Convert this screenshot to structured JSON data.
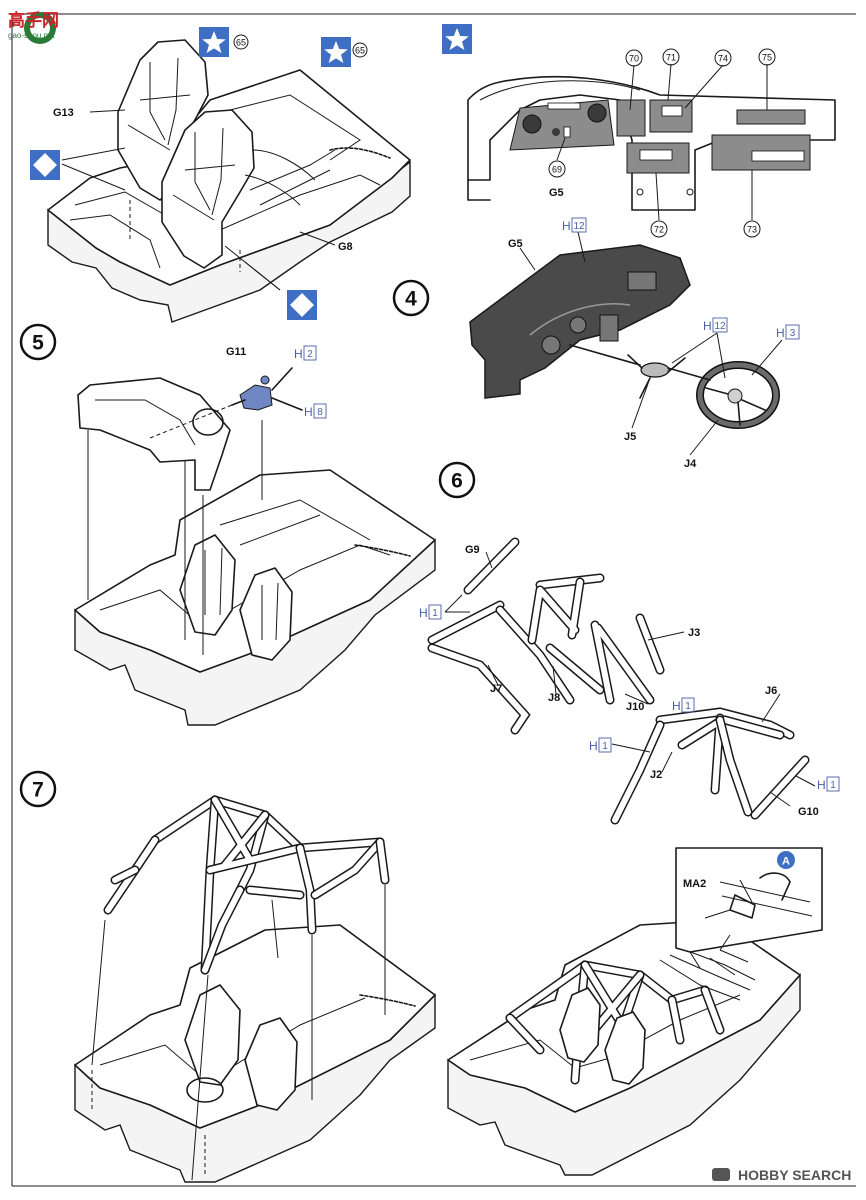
{
  "watermark_logo": {
    "main": "高手网",
    "sub": "gao-shou.net"
  },
  "footer_watermark": "HOBBY SEARCH",
  "colors": {
    "accent_blue": "#3f6fc4",
    "dashboard_fill": "#4a4a4a",
    "hint_blue": "#4b5fa8"
  },
  "steps": {
    "s4": "4",
    "s5": "5",
    "s6": "6",
    "s7": "7"
  },
  "top_left": {
    "labels": {
      "g13": "G13",
      "g8": "G8"
    },
    "circle_nums": {
      "a": "65",
      "b": "65"
    },
    "icons": [
      "star-icon",
      "star-icon",
      "diamond-icon",
      "diamond-icon"
    ]
  },
  "top_right": {
    "label_g5": "G5",
    "circle_nums": {
      "c69": "69",
      "c70": "70",
      "c71": "71",
      "c72": "72",
      "c73": "73",
      "c74": "74",
      "c75": "75"
    },
    "icons": [
      "star-icon"
    ]
  },
  "step4": {
    "labels": {
      "g5": "G5",
      "j5": "J5",
      "j4": "J4"
    },
    "h_refs": {
      "h12a": "12",
      "h12b": "12",
      "h3": "3"
    },
    "h_letter": "H"
  },
  "step5": {
    "labels": {
      "g11": "G11"
    },
    "h_refs": {
      "h2": "2",
      "h8": "8"
    },
    "h_letter": "H"
  },
  "step6": {
    "labels": {
      "g9": "G9",
      "j3": "J3",
      "j7": "J7",
      "j8": "J8",
      "j10": "J10",
      "j6": "J6",
      "j2": "J2",
      "g10": "G10"
    },
    "h_refs": {
      "h1a": "1",
      "h1b": "1",
      "h1c": "1",
      "h1d": "1"
    },
    "h_letter": "H"
  },
  "step7": {
    "labels": {
      "ma2": "MA2"
    },
    "circle_a": "A"
  }
}
